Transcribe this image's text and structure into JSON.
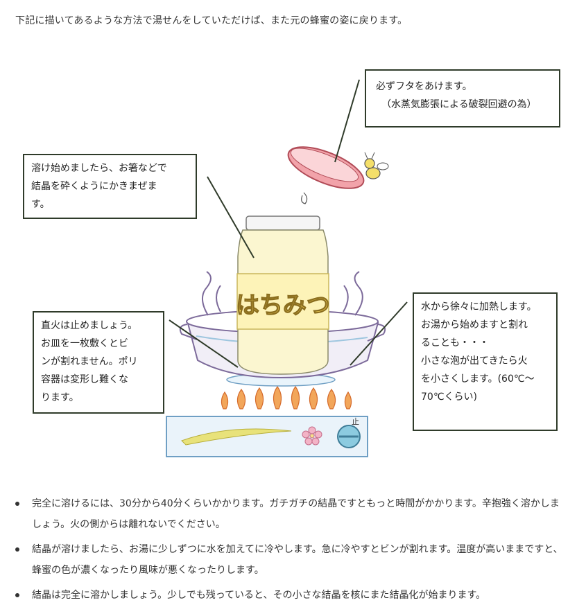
{
  "intro": "下記に描いてあるような方法で湯せんをしていただけば、また元の蜂蜜の姿に戻ります。",
  "illustration": {
    "jar_label": "はちみつ",
    "stove_knob_label": "止",
    "callouts": {
      "lid": {
        "line1": "必ずフタをあけます。",
        "line2": "（水蒸気膨張による破裂回避の為）"
      },
      "stir": "溶け始めましたら、お箸などで\n結晶を砕くようにかきまぜま\nす。",
      "fire": "直火は止めましょう。\nお皿を一枚敷くとビ\nンが割れません。ポリ\n容器は変形し難くな\nります。",
      "heat": "水から徐々に加熱します。\nお湯から始めますと割れ\nることも・・・\n小さな泡が出てきたら火\nを小さくします。(60℃～\n70℃くらい)"
    }
  },
  "notes": [
    "完全に溶けるには、30分から40分くらいかかります。ガチガチの結晶ですともっと時間がかかります。辛抱強く溶かしましょう。火の側からは離れないでください。",
    "結晶が溶けましたら、お湯に少しずつに水を加えてに冷やします。急に冷やすとビンが割れます。温度が高いままですと、蜂蜜の色が濃くなったり風味が悪くなったりします。",
    "結晶は完全に溶かしましょう。少しでも残っていると、その小さな結晶を核にまた結晶化が始まります。"
  ],
  "colors": {
    "text": "#333333",
    "callout_border": "#2f3b2a",
    "lid": "#e0707a",
    "flame": "#e8833a",
    "stove": "#7fb3d5"
  }
}
